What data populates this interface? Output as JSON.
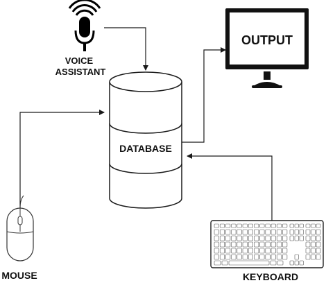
{
  "nodes": {
    "voice_assistant": {
      "line1": "VOICE",
      "line2": "ASSISTANT"
    },
    "database": {
      "label": "DATABASE"
    },
    "output": {
      "label": "OUTPUT"
    },
    "mouse": {
      "label": "MOUSE"
    },
    "keyboard": {
      "label": "KEYBOARD"
    }
  },
  "colors": {
    "stroke": "#1a1a1a",
    "fill": "#ffffff",
    "screen_frame": "#111111",
    "icon": "#000000"
  }
}
